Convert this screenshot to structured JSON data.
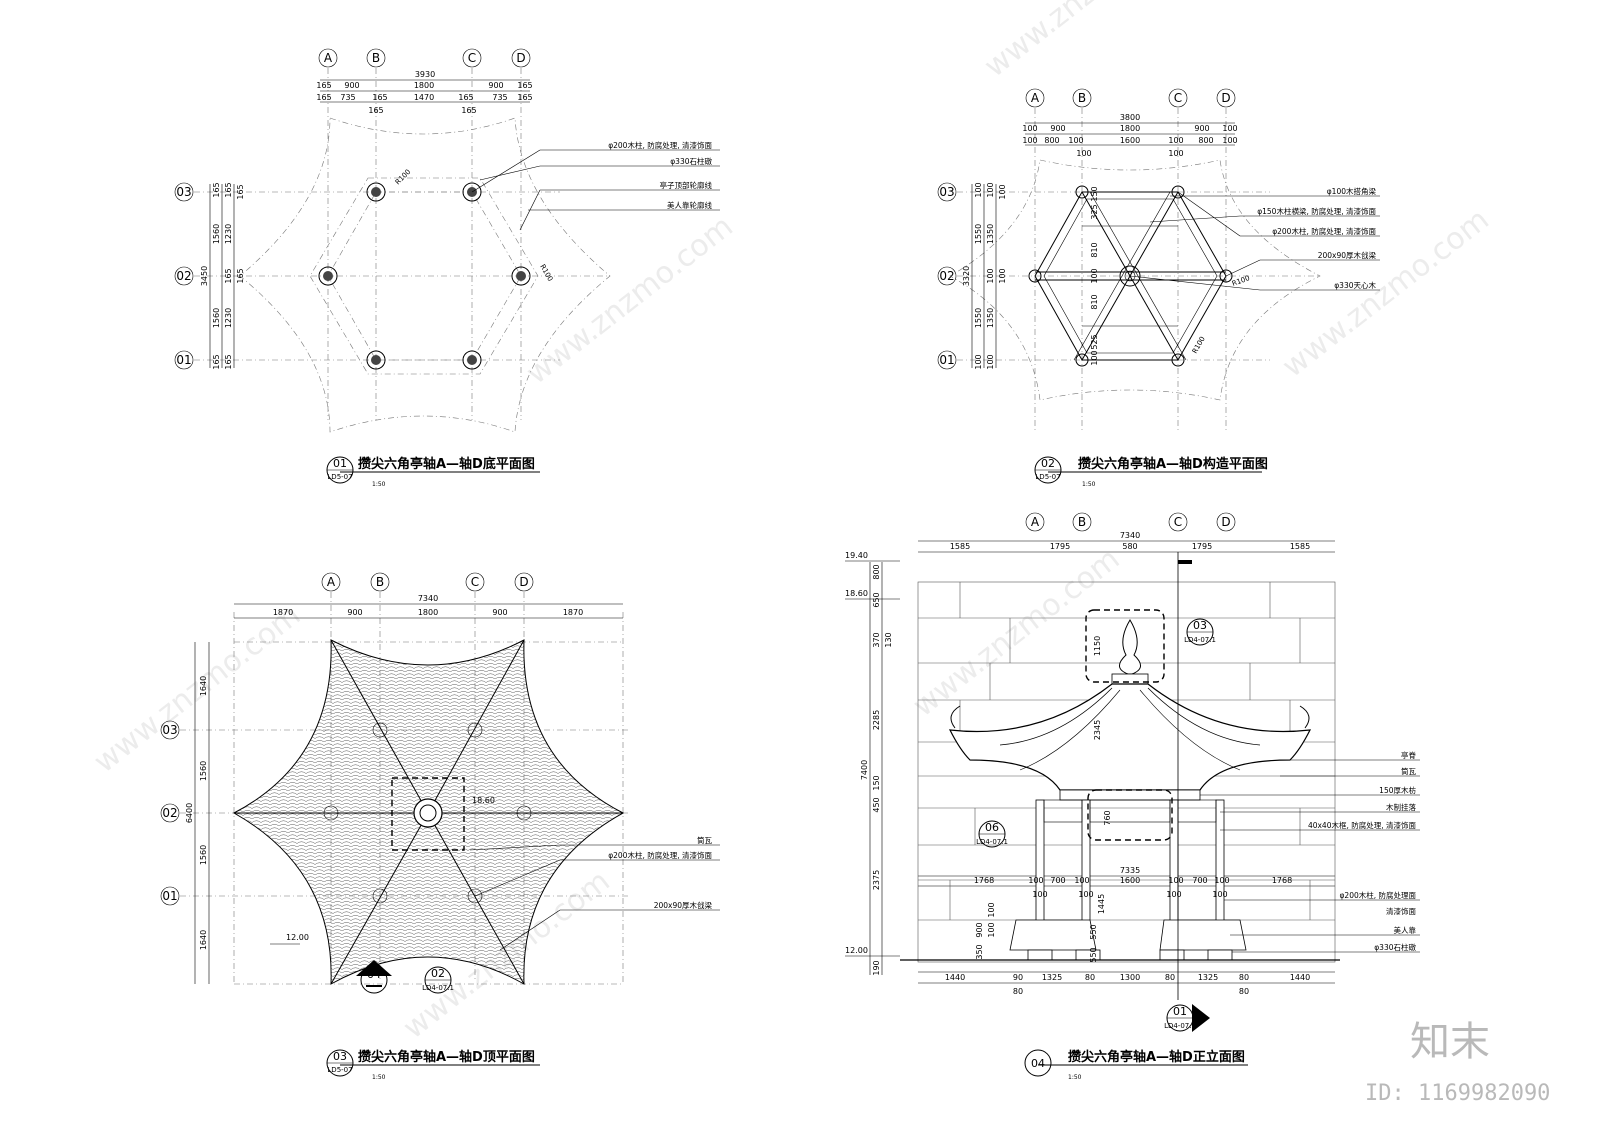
{
  "axes": {
    "a": "A",
    "b": "B",
    "c": "C",
    "d": "D",
    "r1": "01",
    "r2": "02",
    "r3": "03"
  },
  "view1": {
    "title": "攒尖六角亭轴A—轴D底平面图",
    "num": "01",
    "ref": "LD5-07",
    "scale": "1:50",
    "dims_top": [
      "3930",
      "165",
      "900",
      "1800",
      "900",
      "165",
      "165",
      "735",
      "165",
      "1470",
      "165",
      "735",
      "165",
      "165",
      "165"
    ],
    "dims_left": [
      "3450",
      "1560",
      "1560",
      "165",
      "165",
      "165",
      "1230",
      "1230",
      "165",
      "165",
      "165",
      "165"
    ],
    "r_labels": [
      "R100",
      "R100"
    ],
    "callouts": [
      "φ200木柱, 防腐处理, 清漆饰面",
      "φ330石柱礅",
      "亭子顶部轮廓线",
      "美人靠轮廓线"
    ]
  },
  "view2": {
    "title": "攒尖六角亭轴A—轴D构造平面图",
    "num": "02",
    "ref": "LD5-07",
    "scale": "1:50",
    "dims_top": [
      "3800",
      "100",
      "900",
      "1800",
      "900",
      "100",
      "100",
      "800",
      "100",
      "1600",
      "100",
      "800",
      "100",
      "100",
      "100"
    ],
    "dims_left": [
      "3320",
      "1550",
      "1550",
      "100",
      "100",
      "100",
      "1350",
      "1350",
      "100",
      "100",
      "100",
      "100"
    ],
    "dims_inner": [
      "325",
      "810",
      "100",
      "810",
      "525",
      "150",
      "100"
    ],
    "r_labels": [
      "R100",
      "R100"
    ],
    "callouts": [
      "φ100木搭角梁",
      "φ150木柱横梁, 防腐处理, 清漆饰面",
      "φ200木柱, 防腐处理, 清漆饰面",
      "200x90厚木戗梁",
      "φ330天心木"
    ]
  },
  "view3": {
    "title": "攒尖六角亭轴A—轴D顶平面图",
    "num": "03",
    "ref": "LD5-07",
    "scale": "1:50",
    "dims_top": [
      "7340",
      "1870",
      "900",
      "1800",
      "900",
      "1870"
    ],
    "dims_left": [
      "6400",
      "1640",
      "1560",
      "1560",
      "1640"
    ],
    "level_top": "18.60",
    "level_base": "12.00",
    "callouts": [
      "筒瓦",
      "φ200木柱, 防腐处理, 清漆饰面",
      "200x90厚木戗梁"
    ],
    "section_marks": [
      {
        "num": "04",
        "ref": ""
      },
      {
        "num": "02",
        "ref": "LD4-07.1"
      }
    ]
  },
  "view4": {
    "title": "攒尖六角亭轴A—轴D正立面图",
    "num": "04",
    "scale": "1:50",
    "dims_top": [
      "7340",
      "1585",
      "1795",
      "580",
      "1795",
      "1585"
    ],
    "dims_mid": [
      "7335",
      "1768",
      "100",
      "700",
      "100",
      "1600",
      "100",
      "700",
      "100",
      "1768",
      "100",
      "100",
      "100",
      "100"
    ],
    "dims_bottom": [
      "1440",
      "90",
      "1325",
      "80",
      "1300",
      "80",
      "1325",
      "80",
      "1440",
      "80",
      "80"
    ],
    "dims_left": [
      "7400",
      "800",
      "650",
      "370",
      "130",
      "2285",
      "150",
      "450",
      "2375",
      "190",
      "900",
      "350",
      "100",
      "100"
    ],
    "dims_inner": [
      "1150",
      "2345",
      "760",
      "1445",
      "550",
      "550"
    ],
    "levels": [
      "19.40",
      "18.60",
      "12.00"
    ],
    "details": [
      {
        "num": "03",
        "ref": "LD4-07.1"
      },
      {
        "num": "06",
        "ref": "LD4-07.1"
      },
      {
        "num": "01",
        "ref": "LD4-07.1"
      }
    ],
    "callouts": [
      "亭脊",
      "筒瓦",
      "150厚木枋",
      "木制挂落",
      "40x40木框, 防腐处理, 清漆饰面",
      "φ200木柱, 防腐处理面",
      "清漆饰面",
      "美人靠",
      "φ330石柱礅"
    ]
  },
  "watermark": {
    "brand": "知末",
    "id": "ID: 1169982090",
    "site": "www.znzmo.com"
  }
}
